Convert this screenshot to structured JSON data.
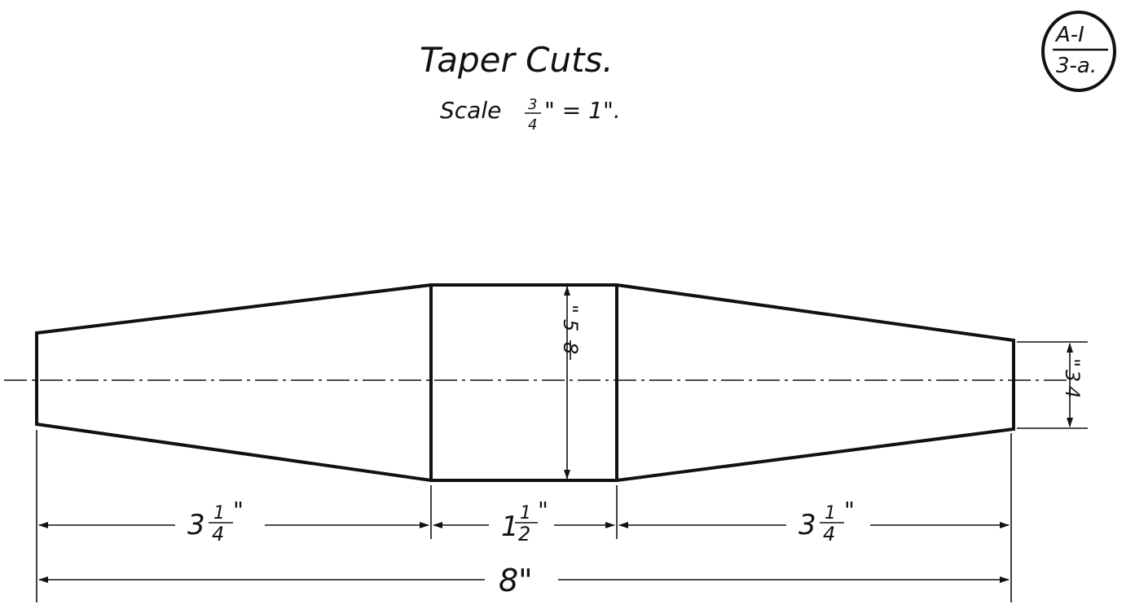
{
  "title": "Taper Cuts.",
  "scale": {
    "prefix": "Scale",
    "fraction_num": "3",
    "fraction_den": "4",
    "suffix": "\" = 1\"."
  },
  "sheet_badge": {
    "top": "A-I",
    "bottom": "3-a."
  },
  "dimensions": {
    "left_taper": {
      "whole": "3",
      "num": "1",
      "den": "4",
      "unit": "\""
    },
    "middle": {
      "whole": "1",
      "num": "1",
      "den": "2",
      "unit": "\""
    },
    "right_taper": {
      "whole": "3",
      "num": "1",
      "den": "4",
      "unit": "\""
    },
    "overall": {
      "value": "8\""
    },
    "center_height": {
      "num": "5",
      "den": "8",
      "unit": "\""
    },
    "end_height": {
      "num": "3",
      "den": "4",
      "unit": "\""
    }
  }
}
